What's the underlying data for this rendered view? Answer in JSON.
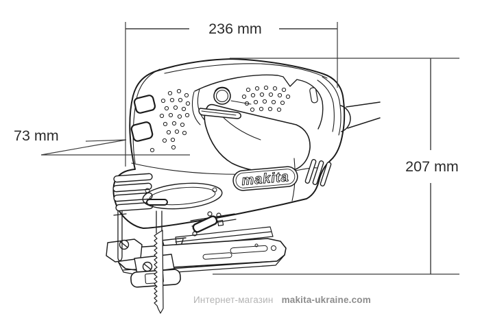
{
  "diagram": {
    "type": "technical-dimension-drawing",
    "subject": "Makita jigsaw side view with overall dimensions",
    "brand_logo": "makita",
    "dimensions": {
      "width_top": "236 mm",
      "depth_left": "73 mm",
      "height_right": "207 mm"
    },
    "watermark": {
      "prefix": "Интернет-магазин",
      "site": "makita-ukraine.com"
    },
    "colors": {
      "line": "#1b1b1b",
      "dimension_line": "#3a3a3a",
      "dimension_text": "#2b2b2b",
      "watermark_prefix": "#b3b3b3",
      "watermark_site": "#8c8c8c",
      "background": "#ffffff"
    }
  }
}
